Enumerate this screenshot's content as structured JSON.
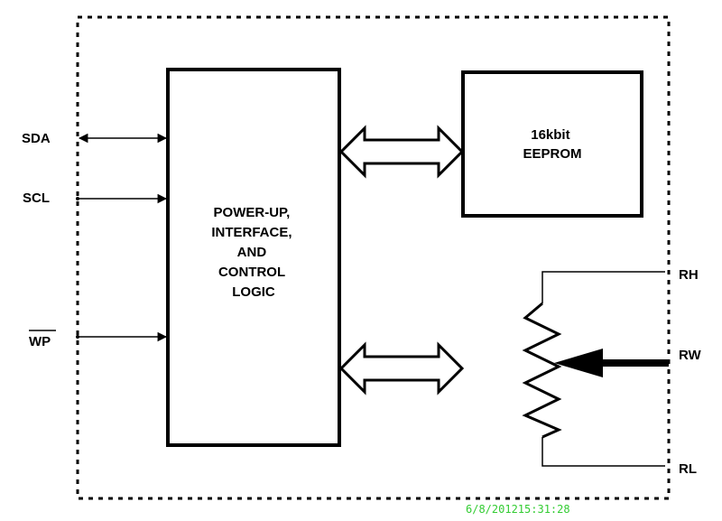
{
  "pins_left": {
    "sda": "SDA",
    "scl": "SCL",
    "wp": "WP"
  },
  "control_block": {
    "lines": [
      "POWER-UP,",
      "INTERFACE,",
      "AND",
      "CONTROL",
      "LOGIC"
    ]
  },
  "eeprom_block": {
    "lines": [
      "16kbit",
      "EEPROM"
    ]
  },
  "pins_right": {
    "rh": "RH",
    "rw": "RW",
    "rl": "RL"
  },
  "timestamp": "6/8/201215:31:28",
  "colors": {
    "stroke": "#000000",
    "timestamp": "#33cc33"
  }
}
